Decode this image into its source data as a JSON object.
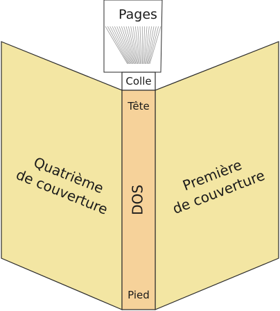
{
  "labels": {
    "pages": "Pages",
    "glue": "Colle",
    "head": "Tête",
    "spine": "DOS",
    "foot": "Pied",
    "back_cover_line1": "Quatrième",
    "back_cover_line2": "de couverture",
    "front_cover_line1": "Première",
    "front_cover_line2": "de couverture"
  },
  "colors": {
    "cover_fill": "#f3e6a3",
    "spine_fill": "#f6d29a",
    "outline": "#2a2a2a",
    "pages_fill": "#ffffff",
    "page_lines": "#9a9a9a"
  }
}
